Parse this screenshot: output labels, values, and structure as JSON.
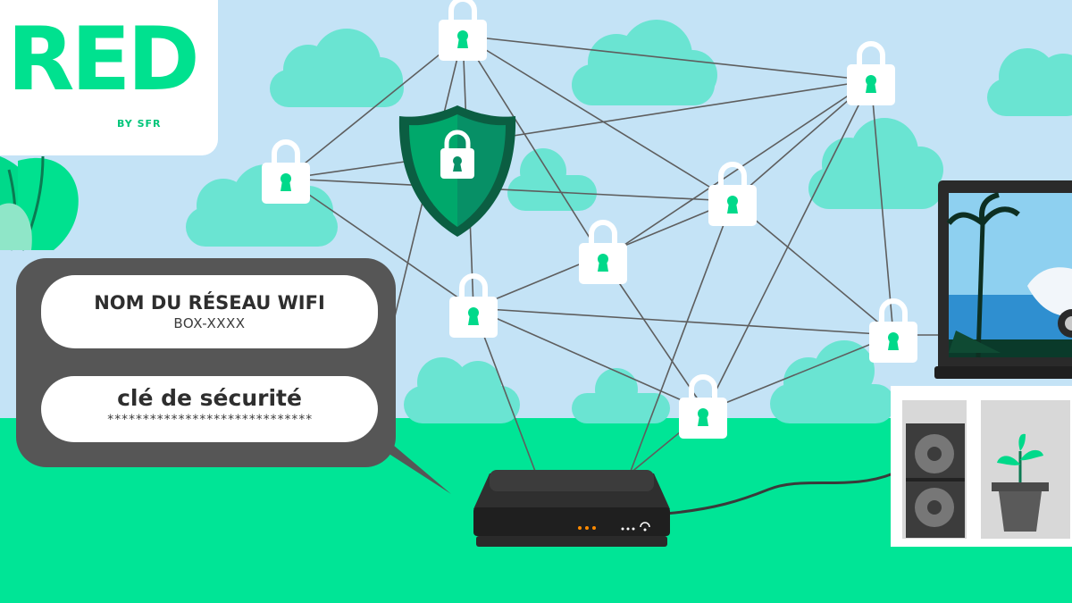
{
  "brand": {
    "logo_text": "RED",
    "logo_subtitle": "BY SFR"
  },
  "bubble": {
    "network_name_label": "NOM DU RÉSEAU WIFI",
    "network_name_value": "BOX-XXXX",
    "security_key_label": "clé de sécurité",
    "security_key_value": "*****************************"
  },
  "colors": {
    "sky": "#c4e3f6",
    "ground": "#00e596",
    "cloud": "#6ae4d2",
    "brand_green": "#00e18f",
    "shield_dark": "#0b6e4c",
    "bubble": "#565656",
    "router": "#242424"
  },
  "icons": [
    "padlock-icon",
    "shield-icon",
    "router-icon",
    "laptop-icon",
    "speaker-icon",
    "plant-icon",
    "palm-tree-icon"
  ]
}
